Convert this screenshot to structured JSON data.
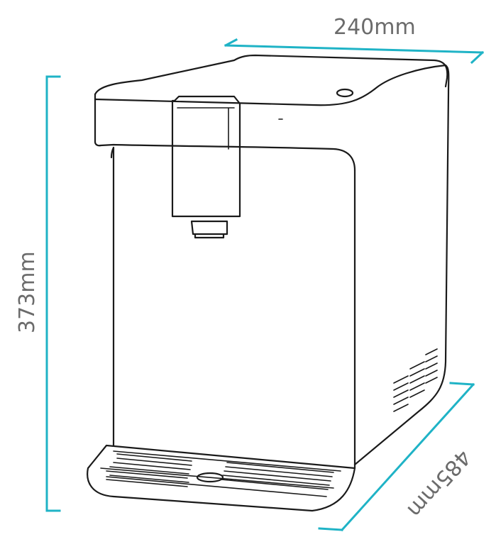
{
  "dimensions": {
    "width": "240mm",
    "height": "373mm",
    "depth": "485mm"
  },
  "colors": {
    "dimension_line": "#1fb3c6",
    "dimension_text": "#6b6b6b",
    "outline": "#1a1a1a"
  }
}
